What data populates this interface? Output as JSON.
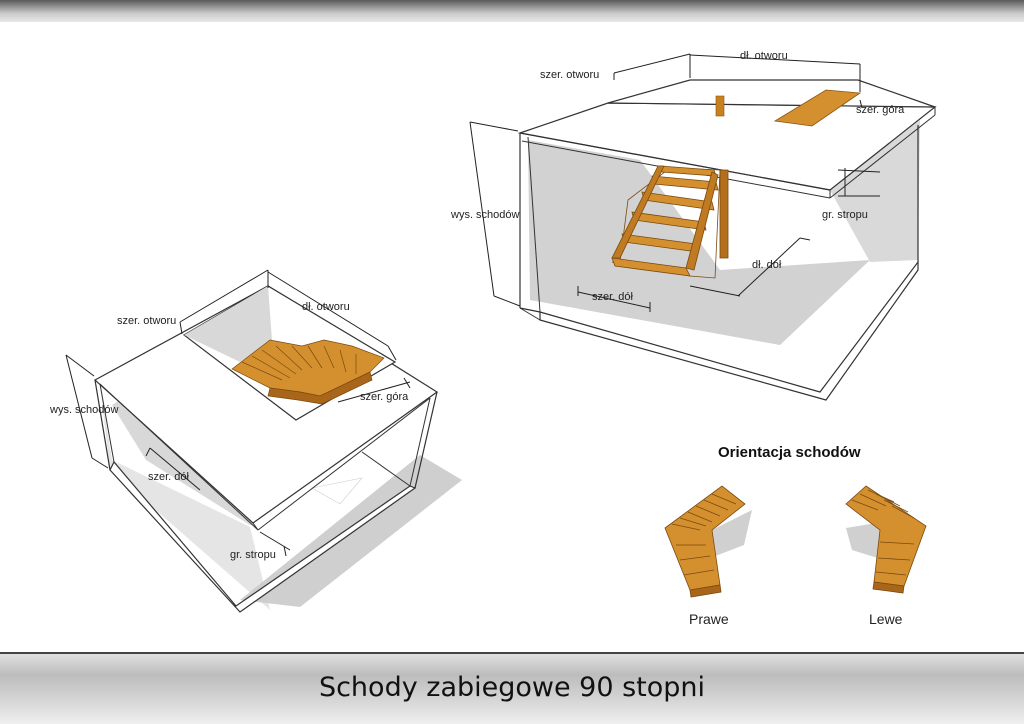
{
  "caption": "Schody zabiegowe 90 stopni",
  "diagram_left": {
    "szer_otworu": "szer. otworu",
    "dl_otworu": "dł. otworu",
    "wys_schodow": "wys. schodów",
    "szer_gora": "szer. góra",
    "szer_dol": "szer. dół",
    "gr_stropu": "gr. stropu"
  },
  "diagram_right": {
    "szer_otworu": "szer. otworu",
    "dl_otworu": "dł. otworu",
    "wys_schodow": "wys. schodów",
    "szer_gora": "szer. góra",
    "szer_dol": "szer. dół",
    "dl_dol": "dł. dół",
    "gr_stropu": "gr. stropu"
  },
  "orientation": {
    "title": "Orientacja schodów",
    "right_label": "Prawe",
    "left_label": "Lewe"
  },
  "colors": {
    "wood": "#d4902f",
    "wood_dark": "#a9661a",
    "shadow": "#c8c8c8"
  }
}
